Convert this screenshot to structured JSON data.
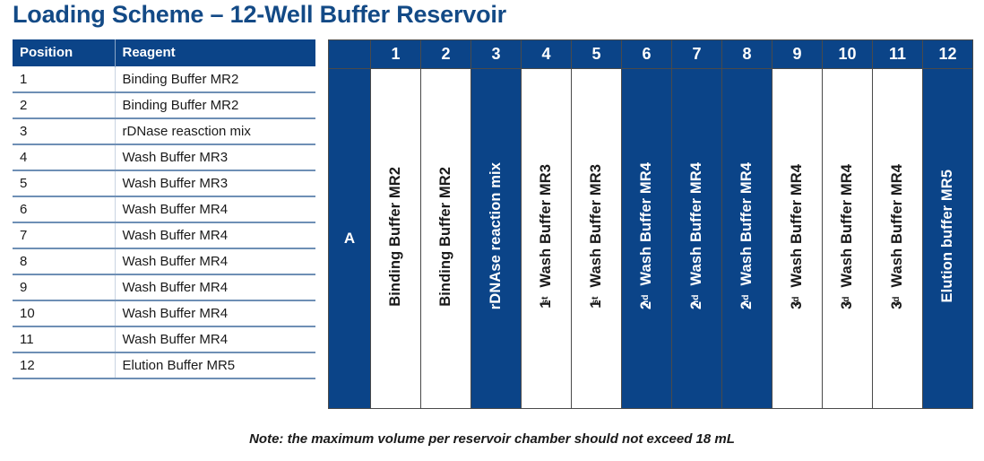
{
  "page": {
    "title": "Loading Scheme – 12-Well Buffer Reservoir",
    "note": "Note: the maximum volume per reservoir chamber should not exceed 18 mL",
    "accent_color": "#0b4488",
    "title_color": "#134a86",
    "rule_color": "#6e8fb5"
  },
  "reagent_table": {
    "headers": [
      "Position",
      "Reagent"
    ],
    "rows": [
      {
        "position": "1",
        "reagent": "Binding Buffer MR2"
      },
      {
        "position": "2",
        "reagent": "Binding Buffer MR2"
      },
      {
        "position": "3",
        "reagent": "rDNase reasction mix"
      },
      {
        "position": "4",
        "reagent": "Wash Buffer MR3"
      },
      {
        "position": "5",
        "reagent": "Wash Buffer MR3"
      },
      {
        "position": "6",
        "reagent": "Wash Buffer MR4"
      },
      {
        "position": "7",
        "reagent": "Wash Buffer MR4"
      },
      {
        "position": "8",
        "reagent": "Wash Buffer MR4"
      },
      {
        "position": "9",
        "reagent": "Wash Buffer MR4"
      },
      {
        "position": "10",
        "reagent": "Wash Buffer MR4"
      },
      {
        "position": "11",
        "reagent": "Wash Buffer MR4"
      },
      {
        "position": "12",
        "reagent": "Elution Buffer MR5"
      }
    ]
  },
  "plate": {
    "row_label": "A",
    "column_headers": [
      "1",
      "2",
      "3",
      "4",
      "5",
      "6",
      "7",
      "8",
      "9",
      "10",
      "11",
      "12"
    ],
    "wells": [
      {
        "column": "1",
        "label": "Binding Buffer MR2",
        "prefix": "",
        "sup": "",
        "filled": false
      },
      {
        "column": "2",
        "label": "Binding Buffer MR2",
        "prefix": "",
        "sup": "",
        "filled": false
      },
      {
        "column": "3",
        "label": "rDNAse reaction mix",
        "prefix": "",
        "sup": "",
        "filled": true
      },
      {
        "column": "4",
        "label": "1st Wash Buffer MR3",
        "prefix": "1",
        "sup": "st",
        "filled": false
      },
      {
        "column": "5",
        "label": "1st Wash Buffer MR3",
        "prefix": "1",
        "sup": "st",
        "filled": false
      },
      {
        "column": "6",
        "label": "2nd Wash Buffer MR4",
        "prefix": "2",
        "sup": "nd",
        "filled": true
      },
      {
        "column": "7",
        "label": "2nd Wash Buffer MR4",
        "prefix": "2",
        "sup": "nd",
        "filled": true
      },
      {
        "column": "8",
        "label": "2nd Wash Buffer MR4",
        "prefix": "2",
        "sup": "nd",
        "filled": true
      },
      {
        "column": "9",
        "label": "3rd Wash Buffer MR4",
        "prefix": "3",
        "sup": "rd",
        "filled": false
      },
      {
        "column": "10",
        "label": "3rd Wash Buffer MR4",
        "prefix": "3",
        "sup": "rd",
        "filled": false
      },
      {
        "column": "11",
        "label": "3rd Wash Buffer MR4",
        "prefix": "3",
        "sup": "rd",
        "filled": false
      },
      {
        "column": "12",
        "label": "Elution buffer MR5",
        "prefix": "",
        "sup": "",
        "filled": true
      }
    ]
  }
}
